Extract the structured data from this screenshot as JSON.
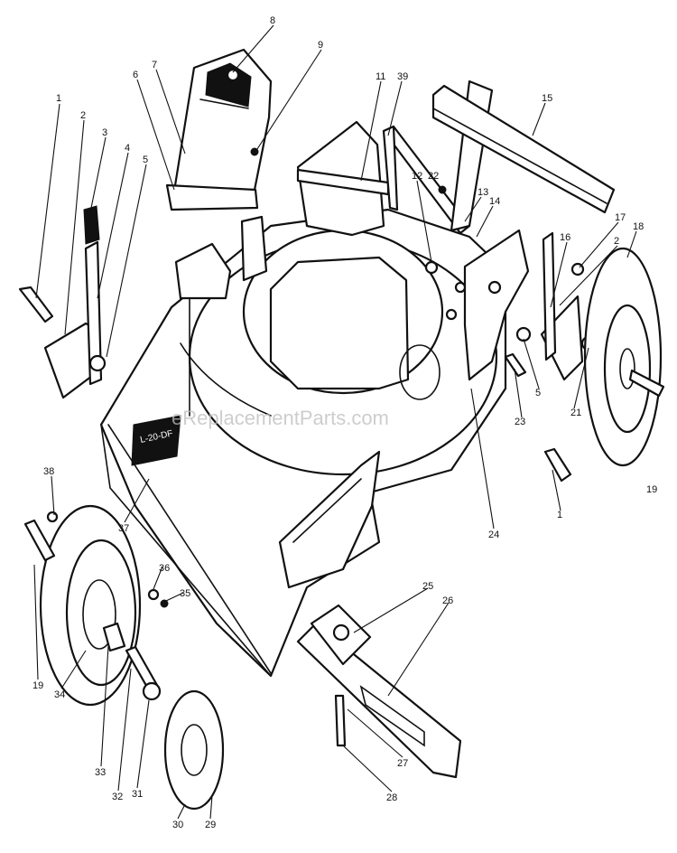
{
  "watermark": "eReplacementParts.com",
  "deck_decal": "L-20-DF",
  "callouts": {
    "c1_top": "1",
    "c2_left": "2",
    "c3": "3",
    "c4": "4",
    "c5_left": "5",
    "c6": "6",
    "c7": "7",
    "c8": "8",
    "c9": "9",
    "c11": "11",
    "c39": "39",
    "c12": "12",
    "c22": "22",
    "c13": "13",
    "c14": "14",
    "c15": "15",
    "c16": "16",
    "c17": "17",
    "c2_right": "2",
    "c18": "18",
    "c5_right": "5",
    "c23": "23",
    "c21": "21",
    "c19_right": "19",
    "c1_bottom": "1",
    "c24": "24",
    "c38": "38",
    "c37": "37",
    "c36": "36",
    "c35": "35",
    "c19_left": "19",
    "c34": "34",
    "c33": "33",
    "c32": "32",
    "c31": "31",
    "c30": "30",
    "c29": "29",
    "c25": "25",
    "c26": "26",
    "c27": "27",
    "c28": "28"
  }
}
